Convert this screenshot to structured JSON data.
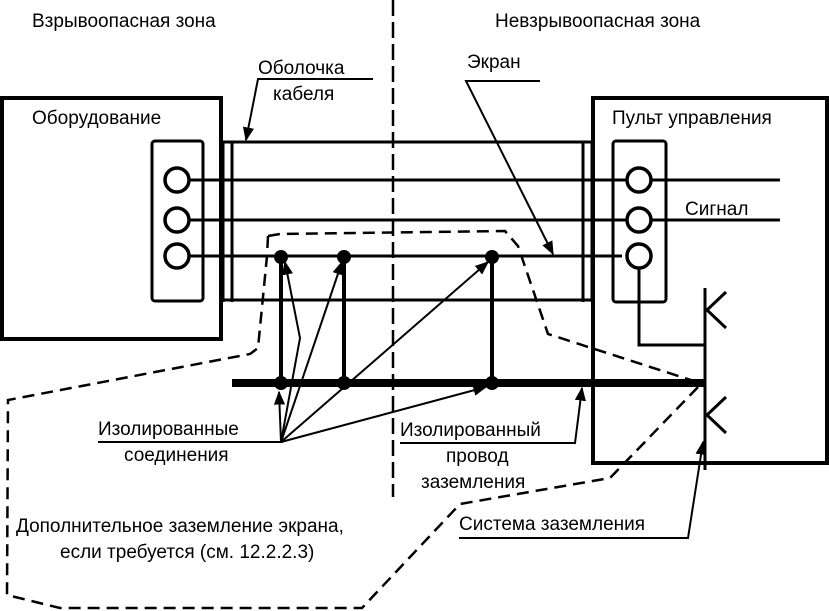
{
  "diagram": {
    "zones": {
      "hazardous": "Взрывоопасная зона",
      "non_hazardous": "Невзрывоопасная зона"
    },
    "blocks": {
      "equipment": "Оборудование",
      "control_panel": "Пульт управления"
    },
    "labels": {
      "cable_sheath_line1": "Оболочка",
      "cable_sheath_line2": "кабеля",
      "screen": "Экран",
      "signal": "Сигнал",
      "insulated_connections_line1": "Изолированные",
      "insulated_connections_line2": "соединения",
      "insulated_wire_line1": "Изолированный",
      "insulated_wire_line2": "провод",
      "insulated_wire_line3": "заземления",
      "additional_grounding_line1": "Дополнительное заземление экрана,",
      "additional_grounding_line2": "если требуется (см. 12.2.2.3)",
      "grounding_system": "Система заземления"
    },
    "terminals": {
      "equipment_count": 3,
      "panel_count": 3
    },
    "colors": {
      "line": "#000000",
      "background": "#ffffff"
    }
  }
}
